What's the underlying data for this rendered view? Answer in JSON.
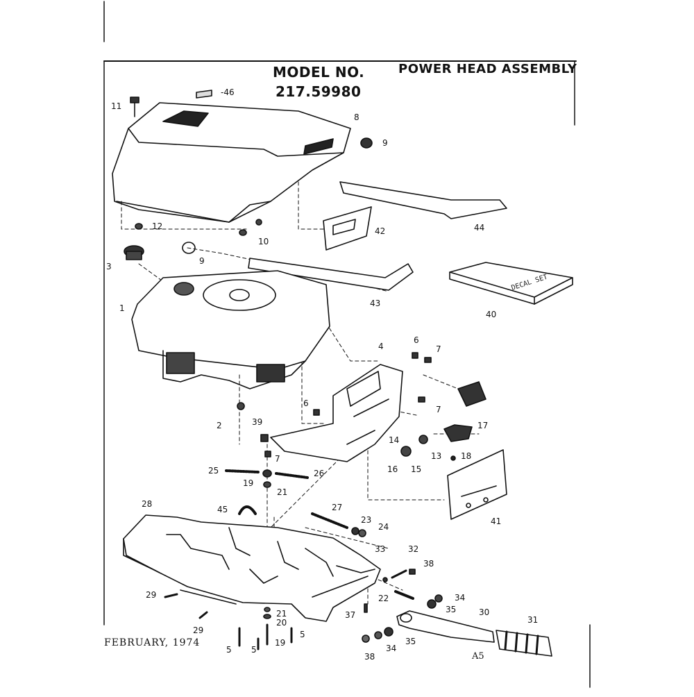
{
  "header": {
    "model_label": "MODEL NO.",
    "model_number": "217.59980",
    "assembly_title": "POWER HEAD ASSEMBLY"
  },
  "footer": {
    "date": "FEBRUARY, 1974",
    "page_code": "A5"
  },
  "decal_set_label": "DECAL SET",
  "callouts": [
    "-46",
    "11",
    "8",
    "9",
    "12",
    "10",
    "9",
    "42",
    "44",
    "3",
    "1",
    "43",
    "40",
    "4",
    "6",
    "7",
    "7",
    "6",
    "2",
    "39",
    "17",
    "14",
    "13",
    "18",
    "16",
    "15",
    "7",
    "25",
    "19",
    "26",
    "21",
    "28",
    "45",
    "27",
    "23",
    "24",
    "41",
    "33",
    "32",
    "38",
    "22",
    "34",
    "35",
    "30",
    "31",
    "29",
    "29",
    "37",
    "21",
    "20",
    "5",
    "5",
    "19",
    "5",
    "38",
    "34",
    "35"
  ],
  "palette": {
    "ink": "#111111",
    "paper": "#ffffff"
  }
}
